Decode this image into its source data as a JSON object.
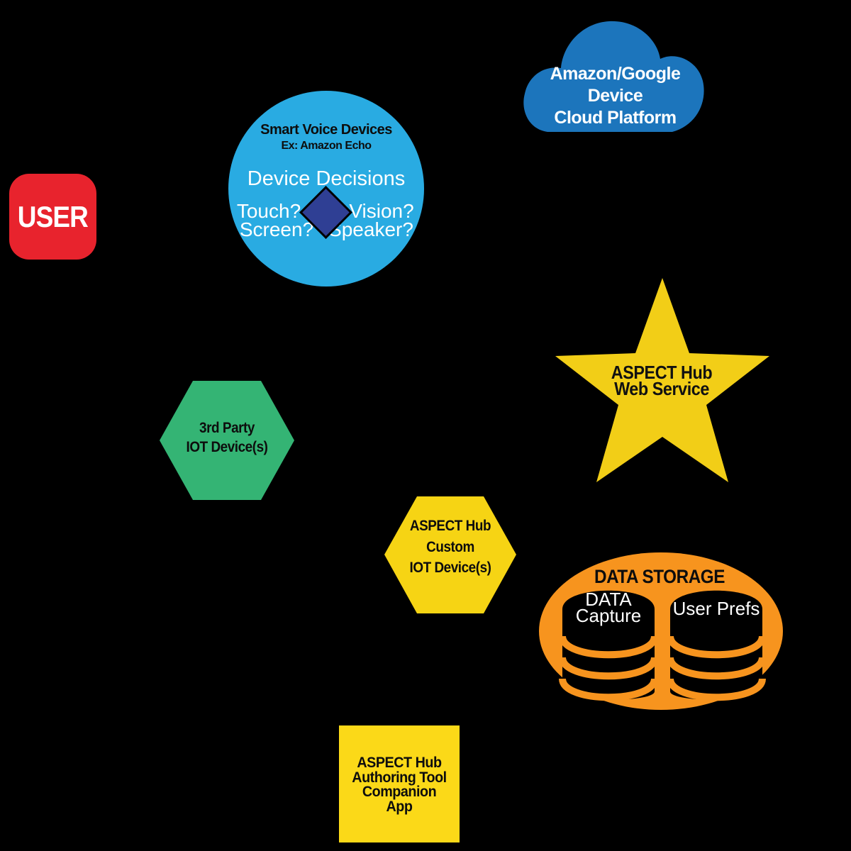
{
  "background": "#000000",
  "nodes": {
    "user": {
      "label": "USER",
      "color": "#E8232D",
      "text_color": "#FFFFFF"
    },
    "smart_voice_devices": {
      "title": "Smart Voice Devices",
      "subtitle": "Ex: Amazon Echo",
      "center_label": "Device Decisions",
      "question_top_left": "Touch?",
      "question_top_right": "Vision?",
      "question_bottom_left": "Screen?",
      "question_bottom_right": "Speaker?",
      "color": "#29ABE2",
      "diamond_color": "#2F3F94"
    },
    "cloud_platform": {
      "lines": [
        "Amazon/Google",
        "Device",
        "Cloud Platform"
      ],
      "color": "#1C75BC"
    },
    "web_service": {
      "lines": [
        "ASPECT Hub",
        "Web Service"
      ],
      "color": "#F2CE17"
    },
    "third_party_iot": {
      "lines": [
        "3rd Party",
        "IOT Device(s)"
      ],
      "color": "#34B474"
    },
    "custom_iot": {
      "lines": [
        "ASPECT Hub",
        "Custom",
        "IOT Device(s)"
      ],
      "color": "#F6D414"
    },
    "data_storage": {
      "title": "DATA STORAGE",
      "color": "#F7941E",
      "cylinders": [
        {
          "lines": [
            "DATA",
            "Capture"
          ]
        },
        {
          "lines": [
            "User Prefs"
          ]
        }
      ]
    },
    "authoring_tool": {
      "lines": [
        "ASPECT Hub",
        "Authoring Tool",
        "Companion",
        "App"
      ],
      "color": "#FBD918"
    }
  }
}
